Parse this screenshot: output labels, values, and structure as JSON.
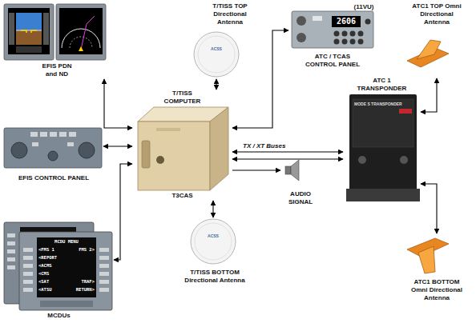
{
  "diagram": {
    "nodes": [
      {
        "text": [
          "EFIS PDN and ND"
        ]
      },
      {
        "text": [
          "T/TISS TOP Directional Antenna"
        ]
      },
      {
        "text": [
          "(11VU)",
          "ATC / TCAS CONTROL PANEL"
        ]
      },
      {
        "text": [
          "ATC1 TOP Omni Directional Antenna"
        ]
      },
      {
        "text": [
          "EFIS CONTROL PANEL"
        ]
      },
      {
        "text": [
          "T/TISS COMPUTER",
          "T3CAS"
        ]
      },
      {
        "text": [
          "ATC 1 TRANSPONDER"
        ]
      },
      {
        "text": [
          "AUDIO SIGNAL"
        ]
      },
      {
        "text": [
          "MCDUs"
        ]
      },
      {
        "text": [
          "T/TISS BOTTOM Directional Antenna"
        ]
      },
      {
        "text": [
          "ATC1 BOTTOM Omni Directional Antenna"
        ]
      }
    ],
    "edges": [
      {
        "from": 5,
        "to": 0,
        "arrow": "both"
      },
      {
        "from": 5,
        "to": 4,
        "arrow": "both"
      },
      {
        "from": 5,
        "to": 8,
        "arrow": "both"
      },
      {
        "from": 5,
        "to": 1,
        "arrow": "both"
      },
      {
        "from": 5,
        "to": 2,
        "arrow": "both"
      },
      {
        "from": 5,
        "to": 6,
        "arrow": "both",
        "label": "TX / XT Buses"
      },
      {
        "from": 5,
        "to": 7,
        "arrow": "to"
      },
      {
        "from": 5,
        "to": 9,
        "arrow": "both"
      },
      {
        "from": 6,
        "to": 3,
        "arrow": "both"
      },
      {
        "from": 6,
        "to": 10,
        "arrow": "both"
      }
    ],
    "labels": [
      "2606",
      "ACSS",
      "ACSS",
      "MCDU MENU",
      "<FMS 1",
      "FMS 2>",
      "<REPORT",
      "<ACMS",
      "<CMS",
      "<SAT",
      "TRAF>",
      "<ATSU",
      "RETURN>",
      "MODE S TRANSPONDER"
    ]
  }
}
